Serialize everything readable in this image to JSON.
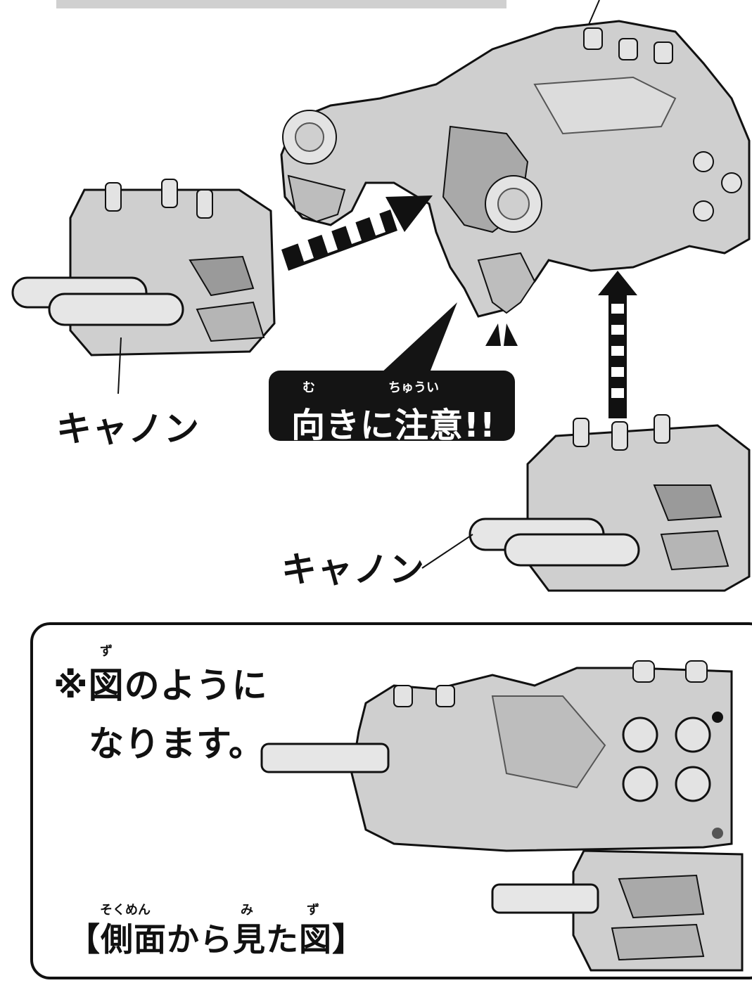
{
  "labels": {
    "cannon_left": "キャノン",
    "cannon_right": "キャノン"
  },
  "callout": {
    "ruby_mu": "む",
    "ruby_chuui": "ちゅうい",
    "text": "向きに注意!!"
  },
  "note_box": {
    "ruby_zu": "ず",
    "line1": "※図のように",
    "line2": "なります。",
    "ruby_sokumen": "そくめん",
    "ruby_mi": "み",
    "ruby_zu2": "ず",
    "caption": "【側面から見た図】"
  },
  "colors": {
    "ink": "#111111",
    "part_fill": "#c9c9c9",
    "part_light": "#e6e6e6",
    "part_dark": "#8a8a8a",
    "callout_bg": "#141414"
  },
  "icons": {
    "arrow_left": "dashed-arrow-right-icon",
    "arrow_up": "dashed-arrow-up-icon"
  }
}
